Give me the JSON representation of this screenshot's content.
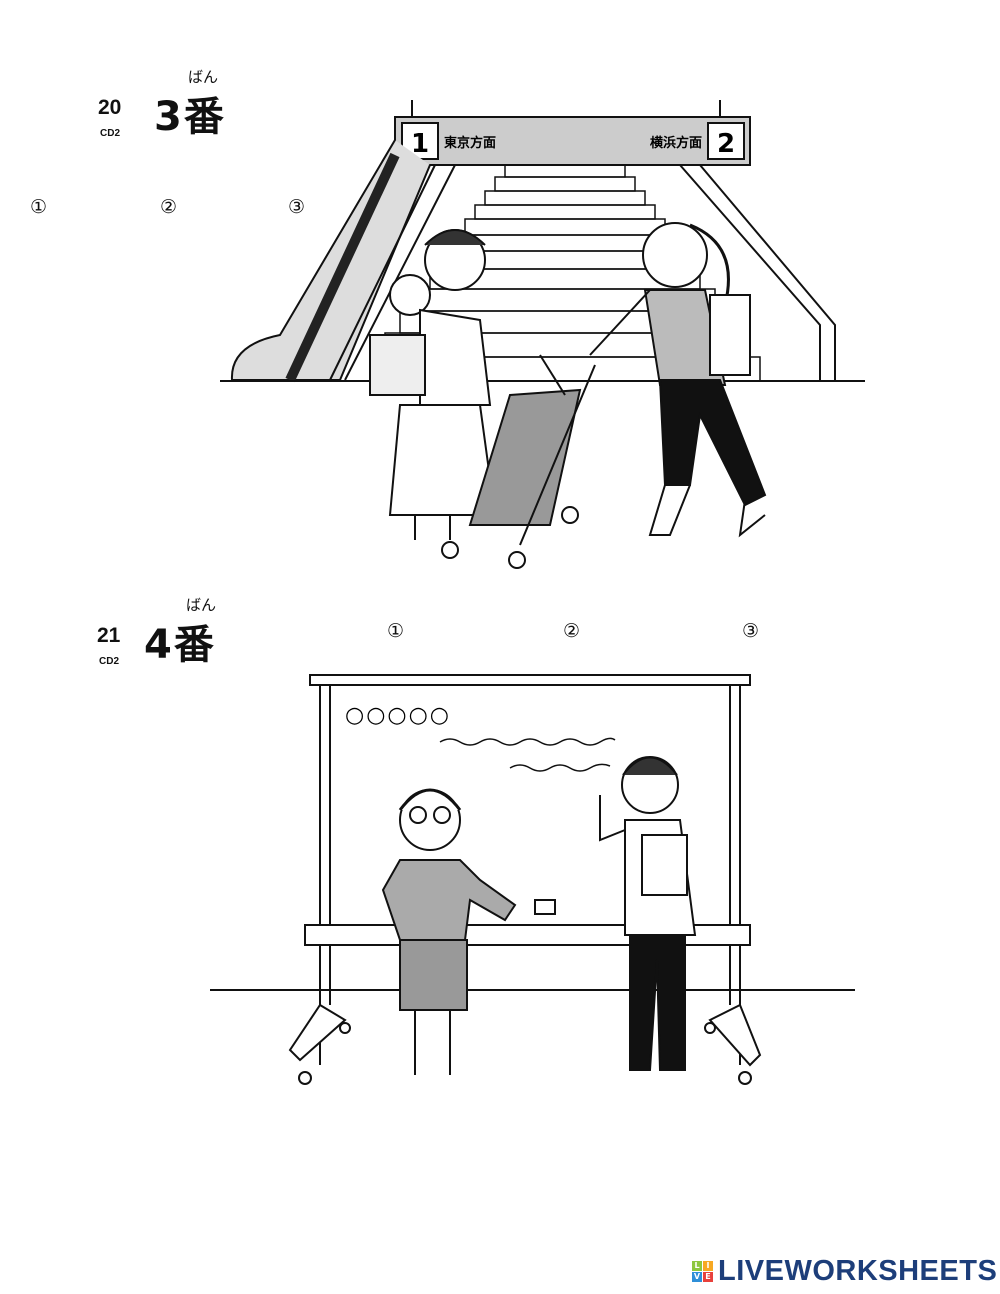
{
  "section1": {
    "track_number": "20",
    "cd_label": "CD2",
    "title": "3番",
    "furigana": "ばん",
    "options": [
      "①",
      "②",
      "③"
    ],
    "sign": {
      "left_number": "1",
      "left_text": "東京方面",
      "right_text": "横浜方面",
      "right_number": "2"
    }
  },
  "section2": {
    "track_number": "21",
    "cd_label": "CD2",
    "title": "4番",
    "furigana": "ばん",
    "options": [
      "①",
      "②",
      "③"
    ],
    "board_text": "○○○○○"
  },
  "logo": {
    "text": "LIVEWORKSHEETS",
    "tiles": [
      "L",
      "I",
      "V",
      "E"
    ],
    "colors": [
      "#8dc63f",
      "#f7a823",
      "#2f8fd8",
      "#e8413c"
    ]
  }
}
